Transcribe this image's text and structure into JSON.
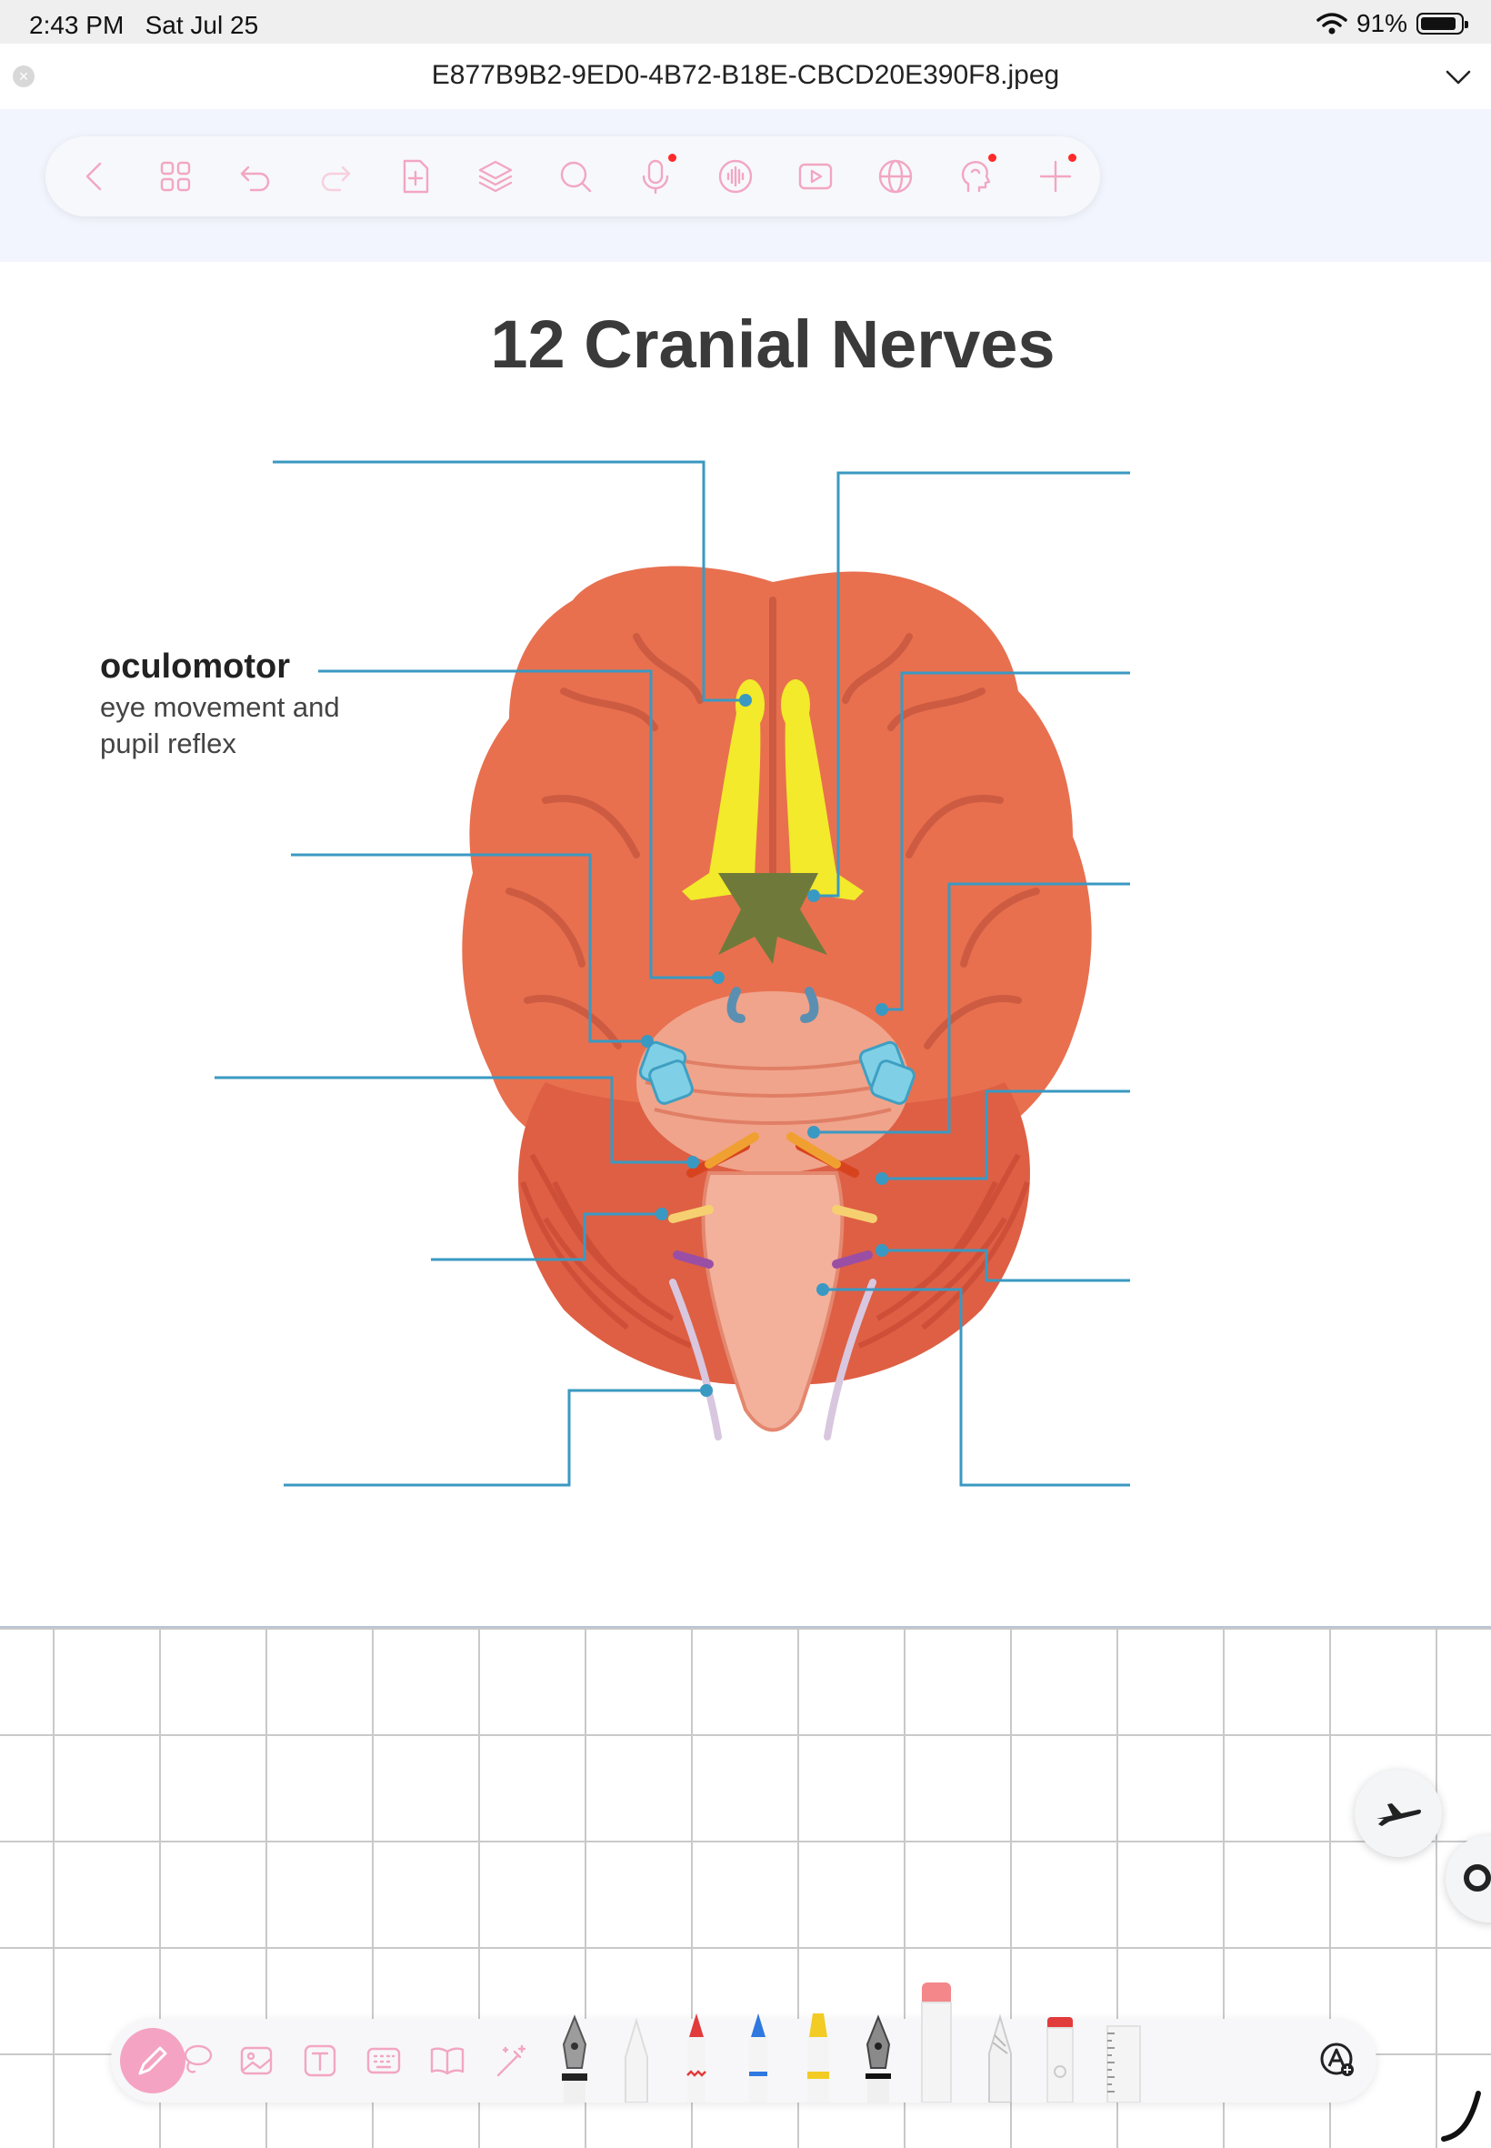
{
  "status_bar": {
    "time": "2:43 PM",
    "date": "Sat Jul 25",
    "battery": "91%",
    "battery_level": 0.91
  },
  "title_bar": {
    "filename": "E877B9B2-9ED0-4B72-B18E-CBCD20E390F8.jpeg"
  },
  "toolbar": {
    "items": [
      {
        "name": "back-button",
        "icon": "chevron-left-icon"
      },
      {
        "name": "grid-view-button",
        "icon": "grid-icon"
      },
      {
        "name": "undo-button",
        "icon": "undo-icon"
      },
      {
        "name": "redo-button",
        "icon": "redo-icon"
      },
      {
        "name": "add-page-button",
        "icon": "add-page-icon"
      },
      {
        "name": "layers-button",
        "icon": "layers-icon"
      },
      {
        "name": "search-button",
        "icon": "search-icon"
      },
      {
        "name": "microphone-button",
        "icon": "microphone-icon"
      },
      {
        "name": "audio-button",
        "icon": "audio-wave-icon"
      },
      {
        "name": "video-button",
        "icon": "play-icon"
      },
      {
        "name": "web-button",
        "icon": "globe-icon"
      },
      {
        "name": "ai-assistant-button",
        "icon": "head-icon"
      },
      {
        "name": "add-button",
        "icon": "plus-icon"
      }
    ],
    "accent_color": "#f2a6c2"
  },
  "document": {
    "title": "12 Cranial Nerves",
    "label_main": "oculomotor",
    "label_sub": "eye movement and pupil reflex"
  },
  "bottom_toolbar": {
    "tools": [
      "pen-tool",
      "lasso-tool",
      "image-tool",
      "text-tool",
      "keyboard-tool",
      "book-tool",
      "magic-tool",
      "fountain-pen",
      "pencil",
      "red-pen",
      "blue-pen",
      "yellow-highlighter",
      "black-pen",
      "eraser",
      "pencil-2",
      "red-marker",
      "ruler",
      "shape-tool"
    ]
  }
}
